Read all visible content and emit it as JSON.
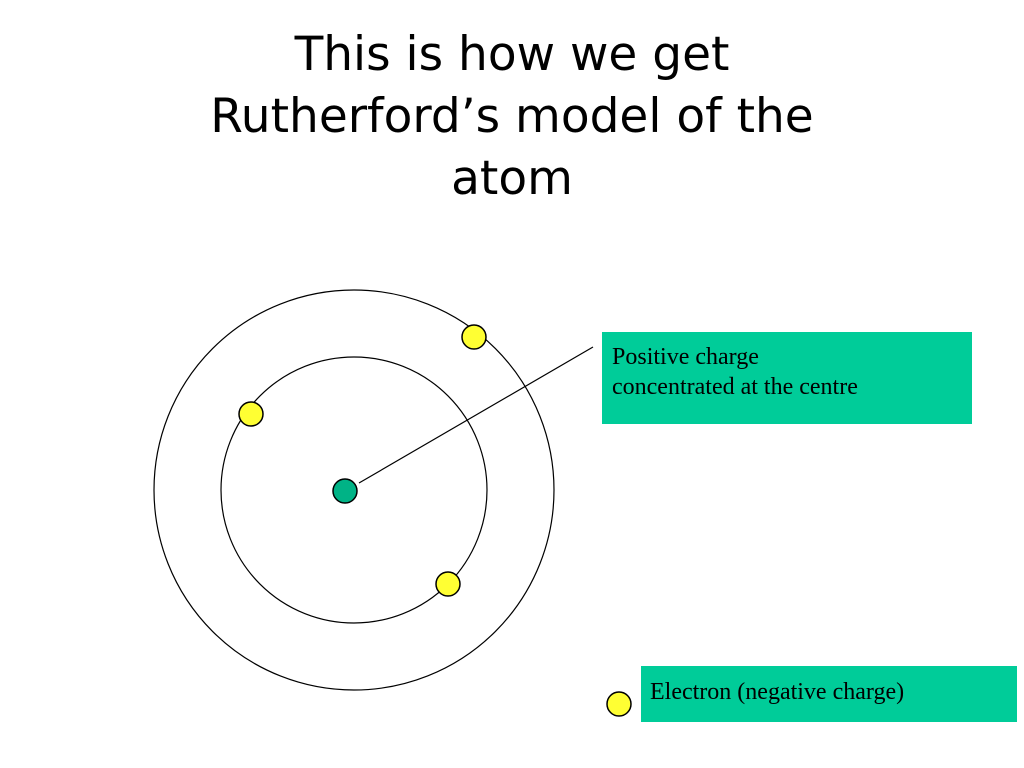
{
  "title": {
    "lines": [
      "This is how we get",
      "Rutherford’s model of the",
      "atom"
    ]
  },
  "nucleus_label": {
    "lines": [
      "Positive charge",
      "concentrated at the centre"
    ]
  },
  "electron_legend": {
    "label": "Electron (negative charge)"
  },
  "colors": {
    "nucleus": "#00b386",
    "electron": "#ffff33",
    "label_box": "#00cc99",
    "orbit": "#000000"
  }
}
